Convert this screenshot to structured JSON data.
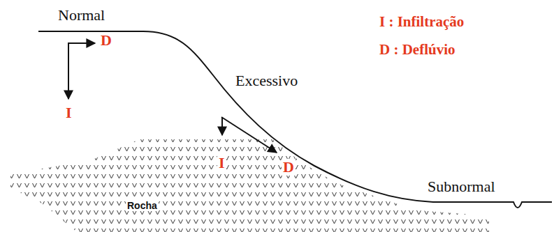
{
  "diagram": {
    "labels": [
      "Normal",
      "D",
      "I",
      "Excessivo",
      "I",
      "D",
      "Subnormal",
      "Rocha"
    ],
    "legend": [
      {
        "text": "I : Infiltração"
      },
      {
        "text": "D : Deflúvio"
      }
    ]
  }
}
